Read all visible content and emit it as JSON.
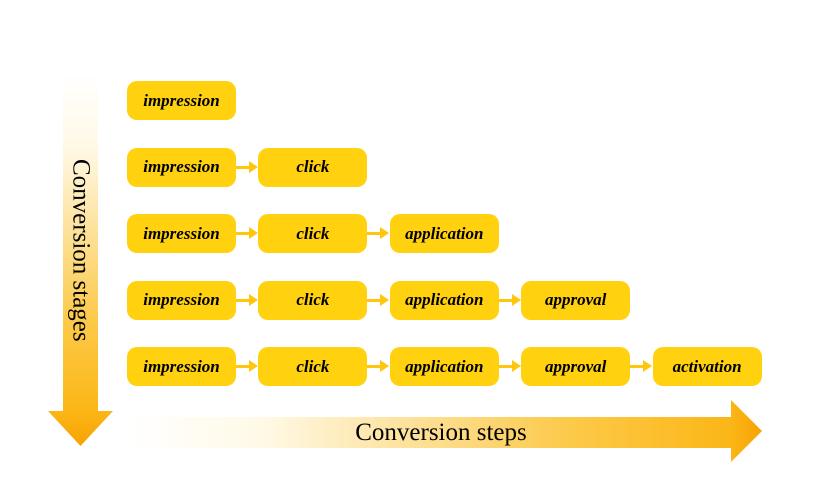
{
  "diagram": {
    "y_axis_label": "Conversion stages",
    "x_axis_label": "Conversion steps",
    "stages": [
      "impression",
      "click",
      "application",
      "approval",
      "activation"
    ],
    "rows": [
      {
        "steps": [
          "impression"
        ]
      },
      {
        "steps": [
          "impression",
          "click"
        ]
      },
      {
        "steps": [
          "impression",
          "click",
          "application"
        ]
      },
      {
        "steps": [
          "impression",
          "click",
          "application",
          "approval"
        ]
      },
      {
        "steps": [
          "impression",
          "click",
          "application",
          "approval",
          "activation"
        ]
      }
    ],
    "colors": {
      "box_fill": "#FFD10E",
      "arrow_yellow": "#FFC60D",
      "axis_gradient_end": "#FBB616",
      "axis_arrowhead": "#F7A304",
      "text": "#000000"
    }
  }
}
